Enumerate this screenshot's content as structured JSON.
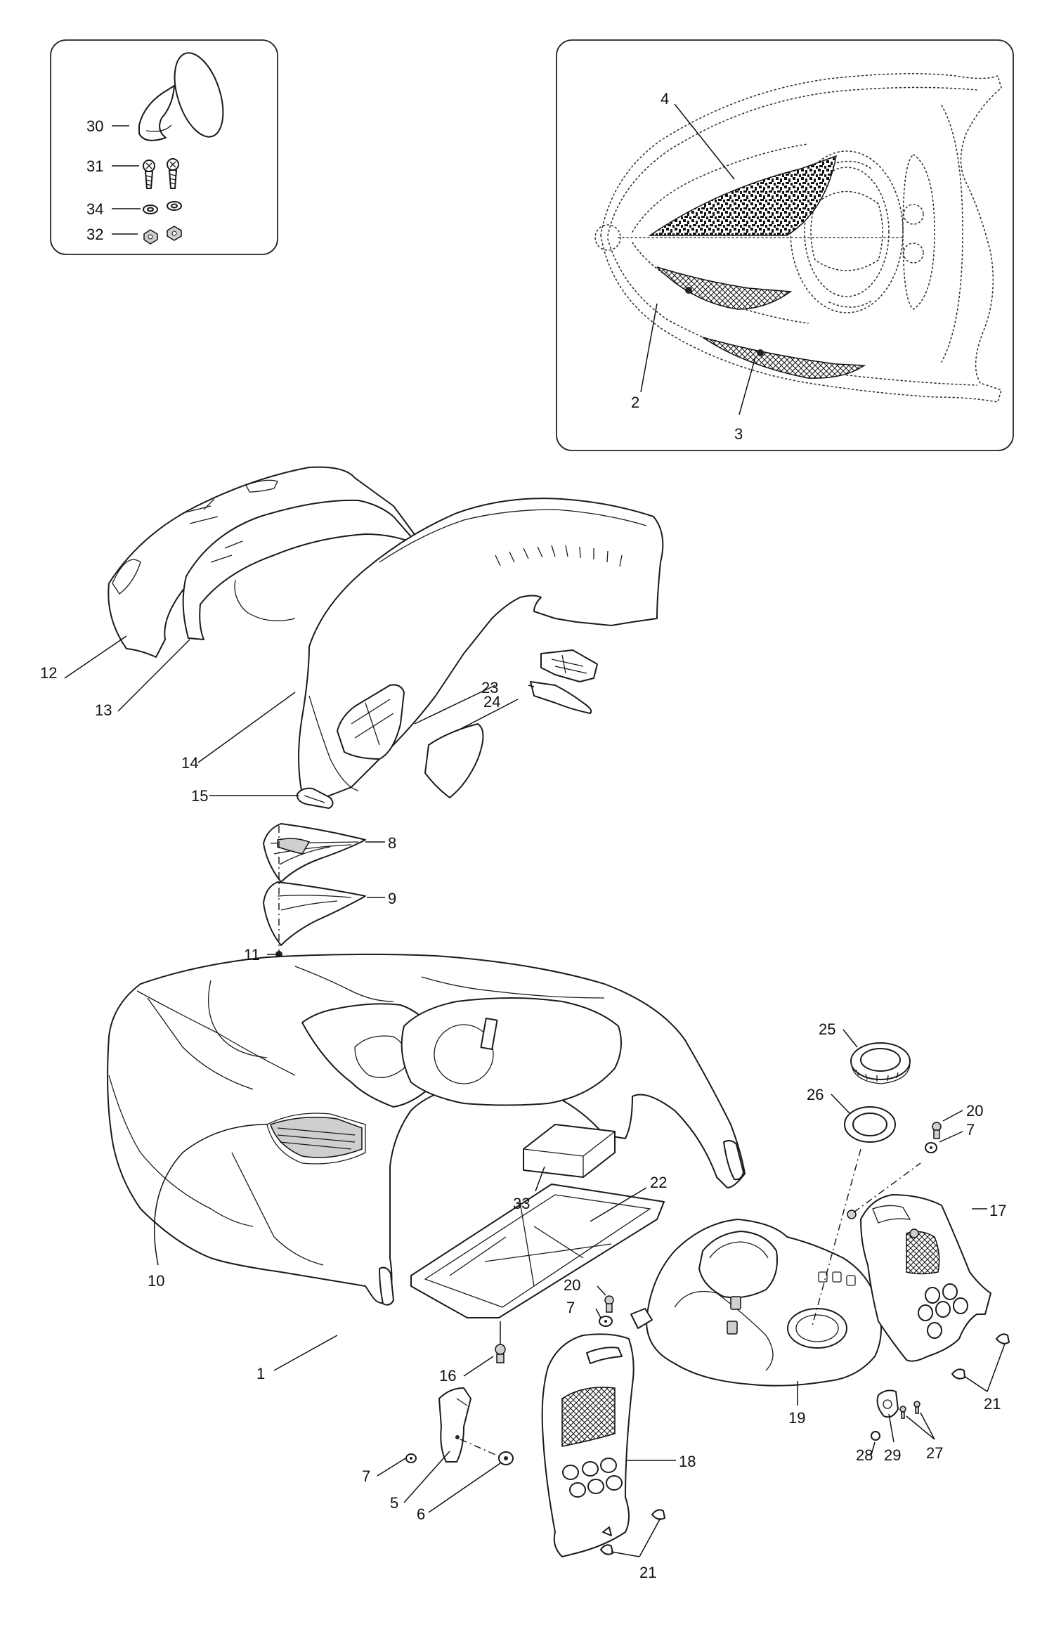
{
  "diagram": {
    "callouts": [
      {
        "id": "1",
        "text": "1"
      },
      {
        "id": "2",
        "text": "2"
      },
      {
        "id": "3",
        "text": "3"
      },
      {
        "id": "4",
        "text": "4"
      },
      {
        "id": "5",
        "text": "5"
      },
      {
        "id": "6",
        "text": "6"
      },
      {
        "id": "7a",
        "text": "7"
      },
      {
        "id": "7b",
        "text": "7"
      },
      {
        "id": "7c",
        "text": "7"
      },
      {
        "id": "8",
        "text": "8"
      },
      {
        "id": "9",
        "text": "9"
      },
      {
        "id": "10",
        "text": "10"
      },
      {
        "id": "11",
        "text": "11"
      },
      {
        "id": "12",
        "text": "12"
      },
      {
        "id": "13",
        "text": "13"
      },
      {
        "id": "14",
        "text": "14"
      },
      {
        "id": "15",
        "text": "15"
      },
      {
        "id": "16",
        "text": "16"
      },
      {
        "id": "17",
        "text": "17"
      },
      {
        "id": "18",
        "text": "18"
      },
      {
        "id": "19",
        "text": "19"
      },
      {
        "id": "20a",
        "text": "20"
      },
      {
        "id": "20b",
        "text": "20"
      },
      {
        "id": "21a",
        "text": "21"
      },
      {
        "id": "21b",
        "text": "21"
      },
      {
        "id": "22",
        "text": "22"
      },
      {
        "id": "23",
        "text": "23"
      },
      {
        "id": "24",
        "text": "24"
      },
      {
        "id": "25",
        "text": "25"
      },
      {
        "id": "26",
        "text": "26"
      },
      {
        "id": "27",
        "text": "27"
      },
      {
        "id": "28",
        "text": "28"
      },
      {
        "id": "29",
        "text": "29"
      },
      {
        "id": "30",
        "text": "30"
      },
      {
        "id": "31",
        "text": "31"
      },
      {
        "id": "32",
        "text": "32"
      },
      {
        "id": "33",
        "text": "33"
      },
      {
        "id": "34",
        "text": "34"
      }
    ]
  }
}
